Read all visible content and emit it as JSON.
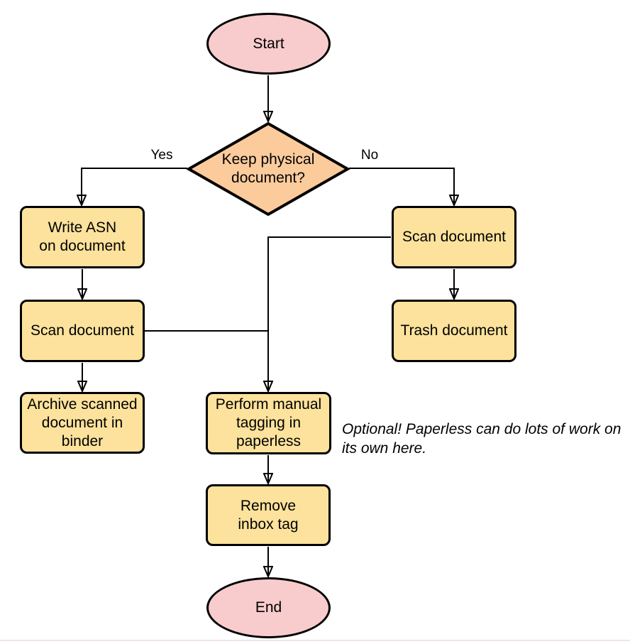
{
  "colors": {
    "background": "#ffffff",
    "terminator_fill": "#f8cccc",
    "decision_fill": "#fccb9c",
    "process_fill": "#fce29c",
    "stroke": "#000000",
    "text": "#000000",
    "bottom_rule": "#f0e6e3"
  },
  "nodes": {
    "start": {
      "label": "Start",
      "shape": "terminator"
    },
    "decision_keep_physical": {
      "label": "Keep physical\ndocument?",
      "shape": "decision"
    },
    "write_asn": {
      "label": "Write ASN\non document",
      "shape": "process"
    },
    "scan_document_left": {
      "label": "Scan document",
      "shape": "process"
    },
    "archive_scanned": {
      "label": "Archive scanned\ndocument in\nbinder",
      "shape": "process"
    },
    "scan_document_right": {
      "label": "Scan document",
      "shape": "process"
    },
    "trash_document": {
      "label": "Trash document",
      "shape": "process"
    },
    "perform_manual_tagging": {
      "label": "Perform manual\ntagging in\npaperless",
      "shape": "process"
    },
    "remove_inbox_tag": {
      "label": "Remove\ninbox tag",
      "shape": "process"
    },
    "end": {
      "label": "End",
      "shape": "terminator"
    }
  },
  "edge_labels": {
    "yes": "Yes",
    "no": "No"
  },
  "annotation": "Optional! Paperless can do lots of work on\nits own here."
}
